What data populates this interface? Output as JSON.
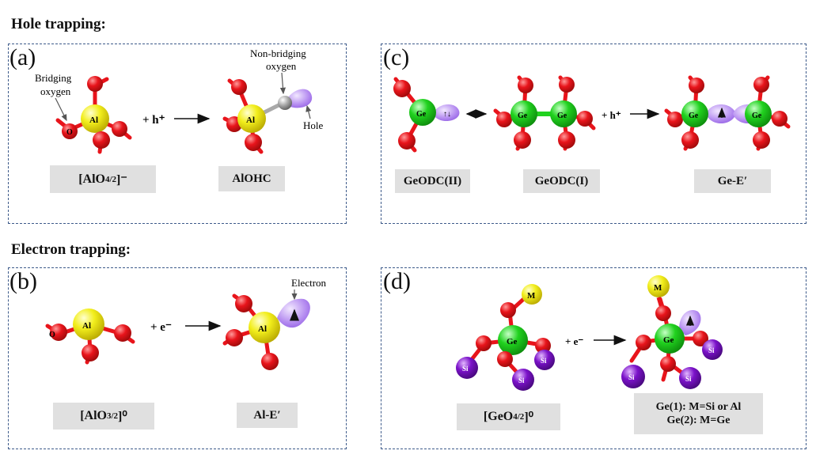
{
  "sections": {
    "hole": "Hole trapping:",
    "electron": "Electron trapping:"
  },
  "panels": {
    "a": {
      "label": "(a)",
      "bridging_l1": "Bridging",
      "bridging_l2": "oxygen",
      "nonbridging_l1": "Non-bridging",
      "nonbridging_l2": "oxygen",
      "hole": "Hole",
      "reaction": "+ h⁺",
      "atom_al": "Al",
      "atom_o": "O",
      "box1": "[AlO4/2]⁻",
      "box1_main": "[AlO",
      "box1_sub": "4/2",
      "box1_sup": "]⁻",
      "box2": "AlOHC"
    },
    "b": {
      "label": "(b)",
      "electron": "Electron",
      "reaction": "+ e⁻",
      "atom_al": "Al",
      "atom_o": "O",
      "box1": "[AlO3/2]⁰",
      "box1_main": "[AlO",
      "box1_sub": "3/2",
      "box1_sup": "]⁰",
      "box2": "Al-E′"
    },
    "c": {
      "label": "(c)",
      "reaction": "+ h⁺",
      "atom_ge": "Ge",
      "box1": "GeODC(II)",
      "box2": "GeODC(I)",
      "box3": "Ge-E′"
    },
    "d": {
      "label": "(d)",
      "reaction": "+ e⁻",
      "atom_ge": "Ge",
      "atom_m": "M",
      "atom_si": "Si",
      "box1": "[GeO4/2]⁰",
      "box1_main": "[GeO",
      "box1_sub": "4/2",
      "box1_sup": "]⁰",
      "box2_l1": "Ge(1): M=Si or Al",
      "box2_l2": "Ge(2): M=Ge"
    }
  },
  "colors": {
    "oxygen": "#e8141b",
    "aluminum": "#f2ee1c",
    "germanium": "#21d21f",
    "silicon": "#7b12c9",
    "metal": "#f2ee1c",
    "orbital": "#b48bf0",
    "nonbridging_o": "#a9a9a9",
    "border": "#3d5a8a",
    "label_box": "#e0e0e0"
  }
}
